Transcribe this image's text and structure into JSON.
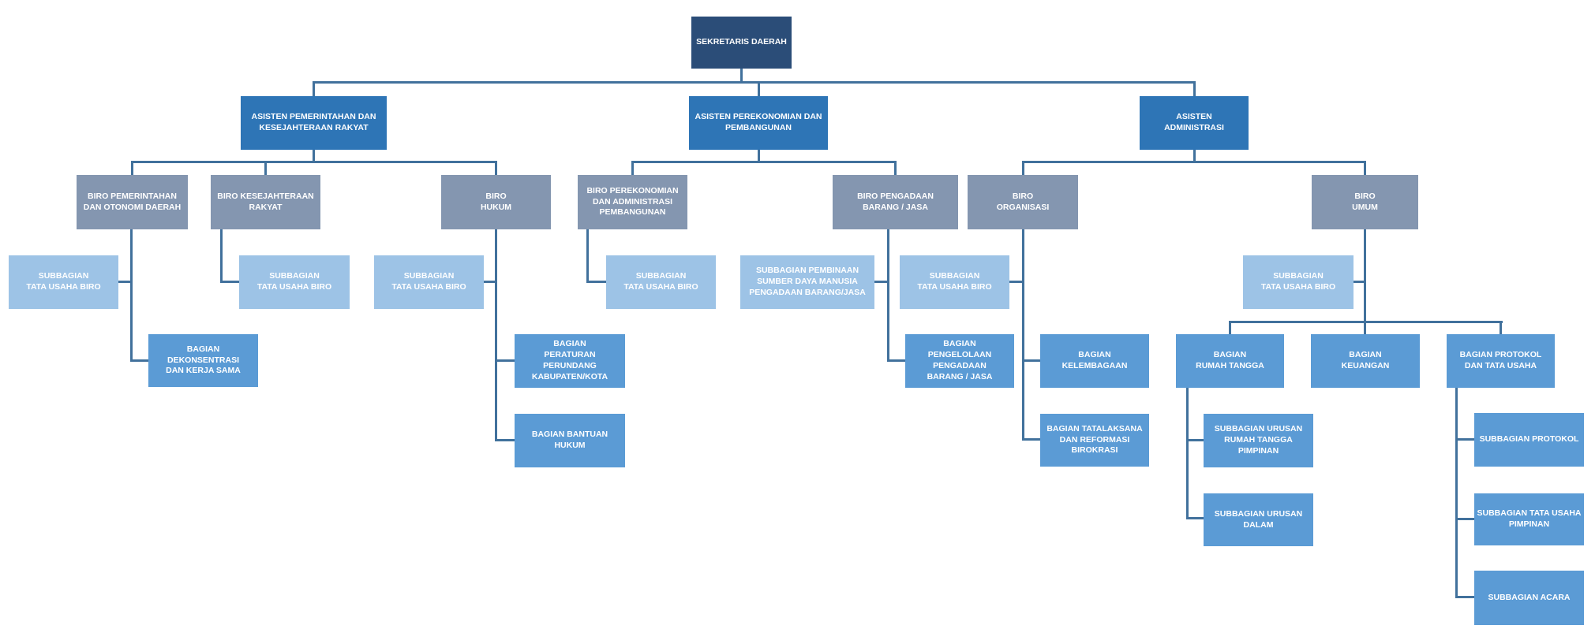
{
  "diagram_type": "org-chart",
  "colors": {
    "dark": "#2B4D78",
    "blue": "#2E75B6",
    "gray": "#8496B0",
    "medium": "#5B9BD5",
    "light": "#9DC3E6",
    "line": "#41719C",
    "bg": "#FFFFFF"
  },
  "nodes": {
    "sekretaris": {
      "label": "SEKRETARIS DAERAH",
      "parent": null,
      "level": "pimpinan"
    },
    "asisten_pemerintahan": {
      "label": "ASISTEN PEMERINTAHAN DAN\nKESEJAHTERAAN RAKYAT",
      "parent": "sekretaris",
      "level": "asisten"
    },
    "asisten_perekonomian": {
      "label": "ASISTEN PEREKONOMIAN DAN\nPEMBANGUNAN",
      "parent": "sekretaris",
      "level": "asisten"
    },
    "asisten_administrasi": {
      "label": "ASISTEN\nADMINISTRASI",
      "parent": "sekretaris",
      "level": "asisten"
    },
    "biro_pemerintahan": {
      "label": "BIRO PEMERINTAHAN\nDAN OTONOMI DAERAH",
      "parent": "asisten_pemerintahan",
      "level": "biro"
    },
    "biro_kesejahteraan": {
      "label": "BIRO KESEJAHTERAAN\nRAKYAT",
      "parent": "asisten_pemerintahan",
      "level": "biro"
    },
    "biro_hukum": {
      "label": "BIRO\nHUKUM",
      "parent": "asisten_pemerintahan",
      "level": "biro"
    },
    "biro_perekonomian": {
      "label": "BIRO PEREKONOMIAN\nDAN ADMINISTRASI\nPEMBANGUNAN",
      "parent": "asisten_perekonomian",
      "level": "biro"
    },
    "biro_pengadaan": {
      "label": "BIRO PENGADAAN\nBARANG / JASA",
      "parent": "asisten_perekonomian",
      "level": "biro"
    },
    "biro_organisasi": {
      "label": "BIRO\nORGANISASI",
      "parent": "asisten_administrasi",
      "level": "biro"
    },
    "biro_umum": {
      "label": "BIRO\nUMUM",
      "parent": "asisten_administrasi",
      "level": "biro"
    },
    "sub_tu_pemerintahan": {
      "label": "SUBBAGIAN\nTATA USAHA BIRO",
      "parent": "biro_pemerintahan",
      "level": "subbagian"
    },
    "sub_tu_kesejahteraan": {
      "label": "SUBBAGIAN\nTATA USAHA BIRO",
      "parent": "biro_kesejahteraan",
      "level": "subbagian"
    },
    "sub_tu_hukum": {
      "label": "SUBBAGIAN\nTATA USAHA BIRO",
      "parent": "biro_hukum",
      "level": "subbagian"
    },
    "sub_tu_perekonomian": {
      "label": "SUBBAGIAN\nTATA USAHA BIRO",
      "parent": "biro_perekonomian",
      "level": "subbagian"
    },
    "sub_pembinaan_sdm": {
      "label": "SUBBAGIAN PEMBINAAN\nSUMBER DAYA MANUSIA\nPENGADAAN BARANG/JASA",
      "parent": "biro_pengadaan",
      "level": "subbagian"
    },
    "sub_tu_organisasi": {
      "label": "SUBBAGIAN\nTATA USAHA BIRO",
      "parent": "biro_organisasi",
      "level": "subbagian"
    },
    "sub_tu_umum": {
      "label": "SUBBAGIAN\nTATA  USAHA BIRO",
      "parent": "biro_umum",
      "level": "subbagian"
    },
    "bagian_dekonsentrasi": {
      "label": "BAGIAN DEKONSENTRASI\nDAN KERJA SAMA",
      "parent": "biro_pemerintahan",
      "level": "bagian"
    },
    "bagian_peraturan": {
      "label": "BAGIAN\nPERATURAN\nPERUNDANG\nKABUPATEN/KOTA",
      "parent": "biro_hukum",
      "level": "bagian"
    },
    "bagian_bantuan": {
      "label": "BAGIAN BANTUAN\nHUKUM",
      "parent": "biro_hukum",
      "level": "bagian"
    },
    "bagian_pengelolaan": {
      "label": "BAGIAN\nPENGELOLAAN\nPENGADAAN\nBARANG / JASA",
      "parent": "biro_pengadaan",
      "level": "bagian"
    },
    "bagian_kelembagaan": {
      "label": "BAGIAN\nKELEMBAGAAN",
      "parent": "biro_organisasi",
      "level": "bagian"
    },
    "bagian_tatalaksana": {
      "label": "BAGIAN TATALAKSANA\nDAN REFORMASI\nBIROKRASI",
      "parent": "biro_organisasi",
      "level": "bagian"
    },
    "bagian_rumah_tangga": {
      "label": "BAGIAN\nRUMAH TANGGA",
      "parent": "biro_umum",
      "level": "bagian"
    },
    "bagian_keuangan": {
      "label": "BAGIAN\nKEUANGAN",
      "parent": "biro_umum",
      "level": "bagian"
    },
    "bagian_protokol": {
      "label": "BAGIAN PROTOKOL\nDAN TATA USAHA",
      "parent": "biro_umum",
      "level": "bagian"
    },
    "sub_urusan_rt_pimpinan": {
      "label": "SUBBAGIAN URUSAN\nRUMAH TANGGA\nPIMPINAN",
      "parent": "bagian_rumah_tangga",
      "level": "subbagian"
    },
    "sub_urusan_dalam": {
      "label": "SUBBAGIAN URUSAN\nDALAM",
      "parent": "bagian_rumah_tangga",
      "level": "subbagian"
    },
    "sub_protokol": {
      "label": "SUBBAGIAN PROTOKOL",
      "parent": "bagian_protokol",
      "level": "subbagian"
    },
    "sub_tu_pimpinan": {
      "label": "SUBBAGIAN TATA USAHA\nPIMPINAN",
      "parent": "bagian_protokol",
      "level": "subbagian"
    },
    "sub_acara": {
      "label": "SUBBAGIAN ACARA",
      "parent": "bagian_protokol",
      "level": "subbagian"
    }
  }
}
